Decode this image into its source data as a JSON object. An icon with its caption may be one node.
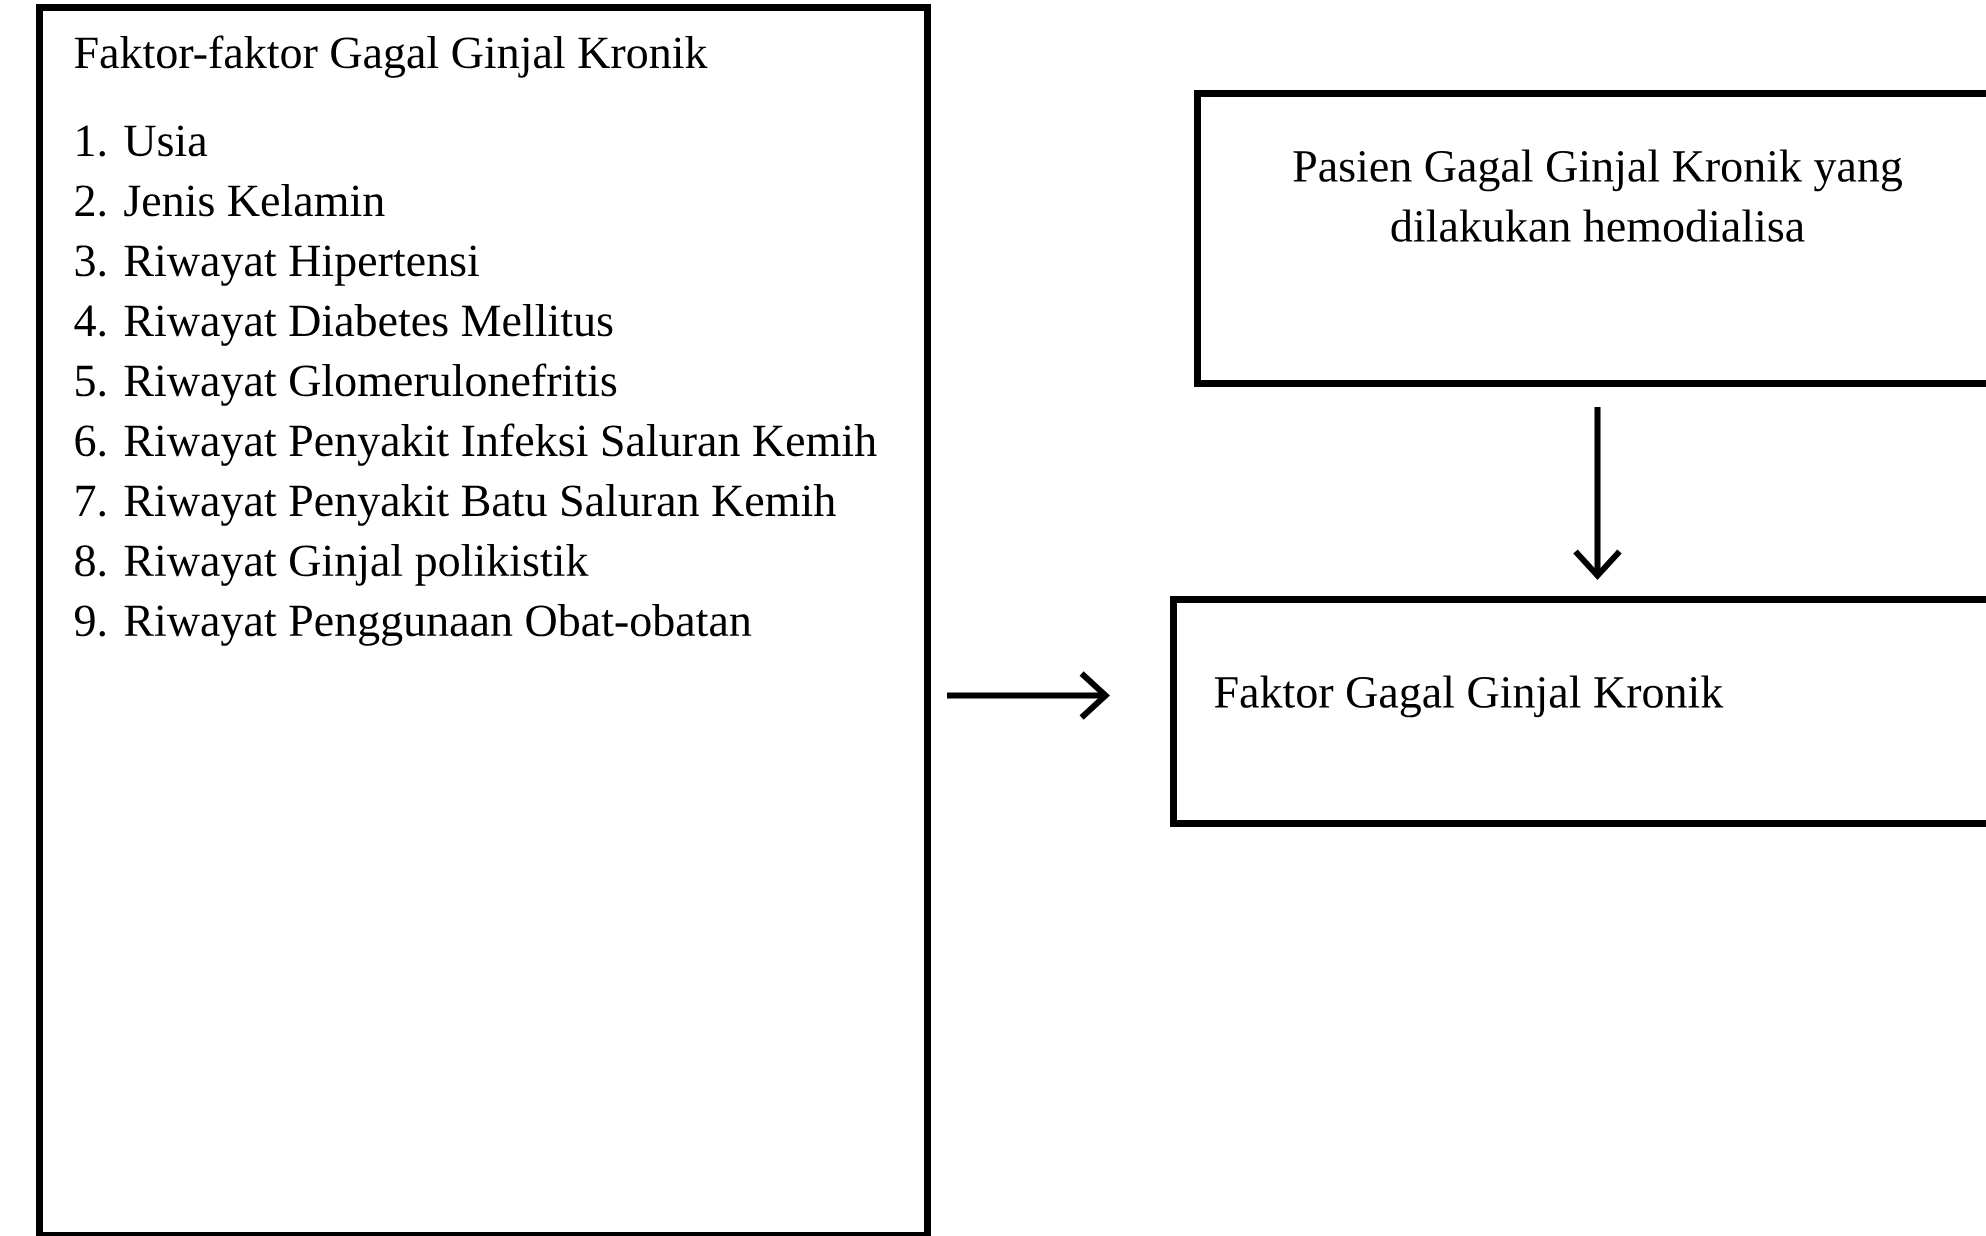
{
  "diagram": {
    "nodes": [
      {
        "text": [
          "Faktor-faktor Gagal Ginjal Kronik",
          "1. Usia",
          "2. Jenis Kelamin",
          "3. Riwayat Hipertensi",
          "4. Riwayat Diabetes Mellitus",
          "5. Riwayat Glomerulonefritis",
          "6. Riwayat Penyakit Infeksi Saluran Kemih",
          "7. Riwayat Penyakit Batu Saluran Kemih",
          "8. Riwayat Ginjal polikistik",
          "9. Riwayat Penggunaan Obat-obatan"
        ]
      },
      {
        "text": [
          "Pasien Gagal Ginjal Kronik yang dilakukan hemodialisa"
        ]
      },
      {
        "text": [
          "Faktor Gagal Ginjal Kronik"
        ]
      }
    ],
    "edges": [
      {
        "from": 0,
        "to": 2,
        "arrow": "to"
      },
      {
        "from": 1,
        "to": 2,
        "arrow": "to"
      }
    ]
  }
}
